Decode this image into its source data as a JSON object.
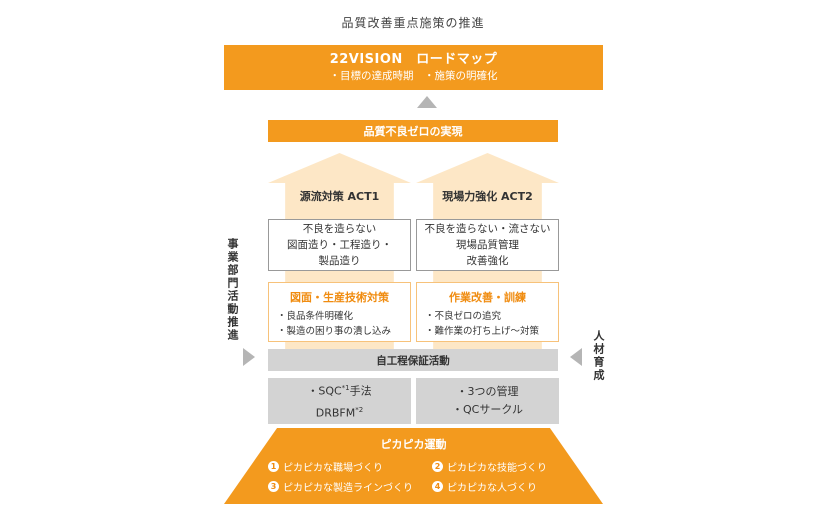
{
  "title": "品質改善重点施策の推進",
  "top_banner": {
    "title": "22VISION　ロードマップ",
    "subtitle": "・目標の達成時期　・施策の明確化"
  },
  "goal": "品質不良ゼロの実現",
  "act_left": {
    "label": "源流対策 ACT1",
    "box_lines": [
      "不良を造らない",
      "図面造り・工程造り・",
      "製品造り"
    ],
    "orange_title": "図面・生産技術対策",
    "bullets": [
      "・良品条件明確化",
      "・製造の困り事の潰し込み"
    ]
  },
  "act_right": {
    "label": "現場力強化 ACT2",
    "box_lines": [
      "不良を造らない・流さない",
      "現場品質管理",
      "改善強化"
    ],
    "orange_title": "作業改善・訓練",
    "bullets": [
      "・不良ゼロの追究",
      "・難作業の打ち上げ～対策"
    ]
  },
  "gray_bar": "自工程保証活動",
  "gray_left": {
    "line1": "・SQC",
    "line1_sup": "*1",
    "line1_after": "手法",
    "line2": "DRBFM",
    "line2_sup": "*2"
  },
  "gray_right": {
    "lines": [
      "・3つの管理",
      "・QCサークル"
    ]
  },
  "bottom": {
    "title": "ピカピカ運動",
    "items": [
      {
        "num": "1",
        "text": "ピカピカな職場づくり"
      },
      {
        "num": "2",
        "text": "ピカピカな技能づくり"
      },
      {
        "num": "3",
        "text": "ピカピカな製造ラインづくり"
      },
      {
        "num": "4",
        "text": "ピカピカな人づくり"
      }
    ]
  },
  "side_left": "事業部門活動推進",
  "side_right": "人材育成"
}
